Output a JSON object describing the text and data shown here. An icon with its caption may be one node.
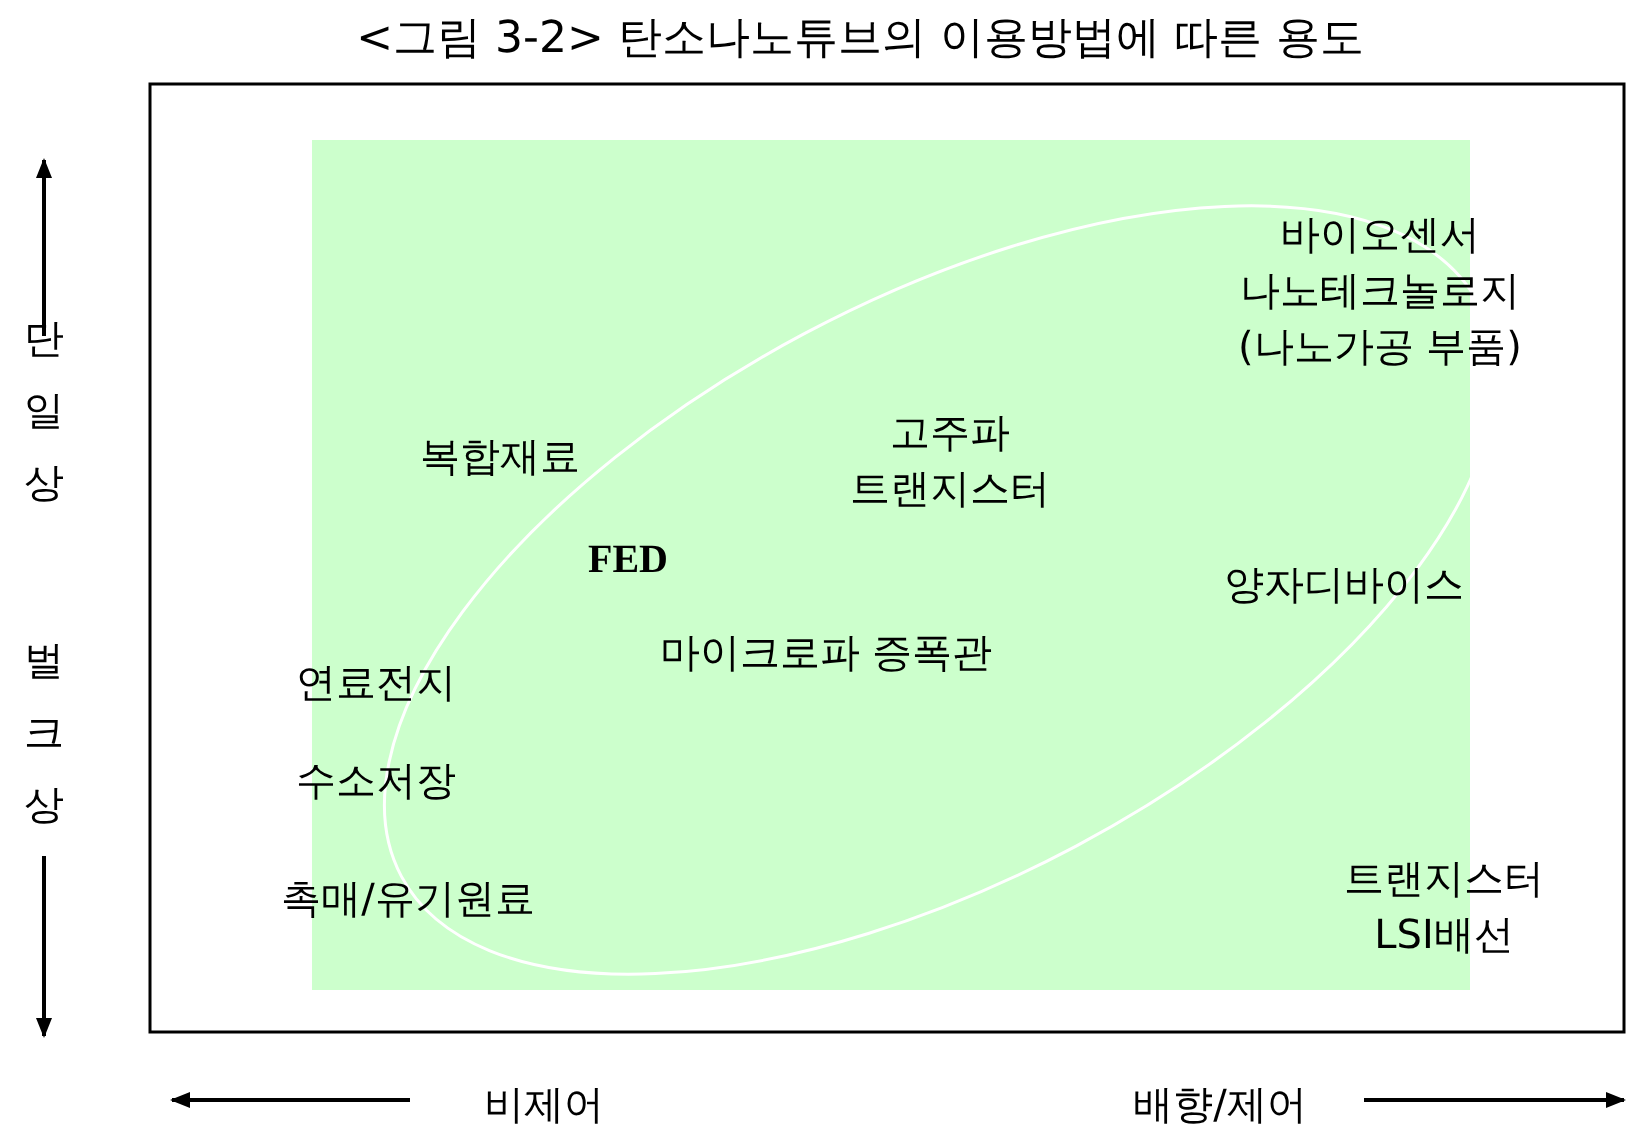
{
  "diagram": {
    "title": "<그림 3-2> 탄소나노튜브의 이용방법에 따른 용도",
    "labels": [
      "바이오센서 나노테크놀로지 (나노가공 부품)",
      "복합재료",
      "고주파 트랜지스터",
      "FED",
      "양자디바이스",
      "마이크로파 증폭관",
      "연료전지",
      "수소저장",
      "촉매/유기원료",
      "트랜지스터 LSI배선",
      "단일상",
      "벌크상",
      "비제어",
      "배향/제어"
    ]
  }
}
